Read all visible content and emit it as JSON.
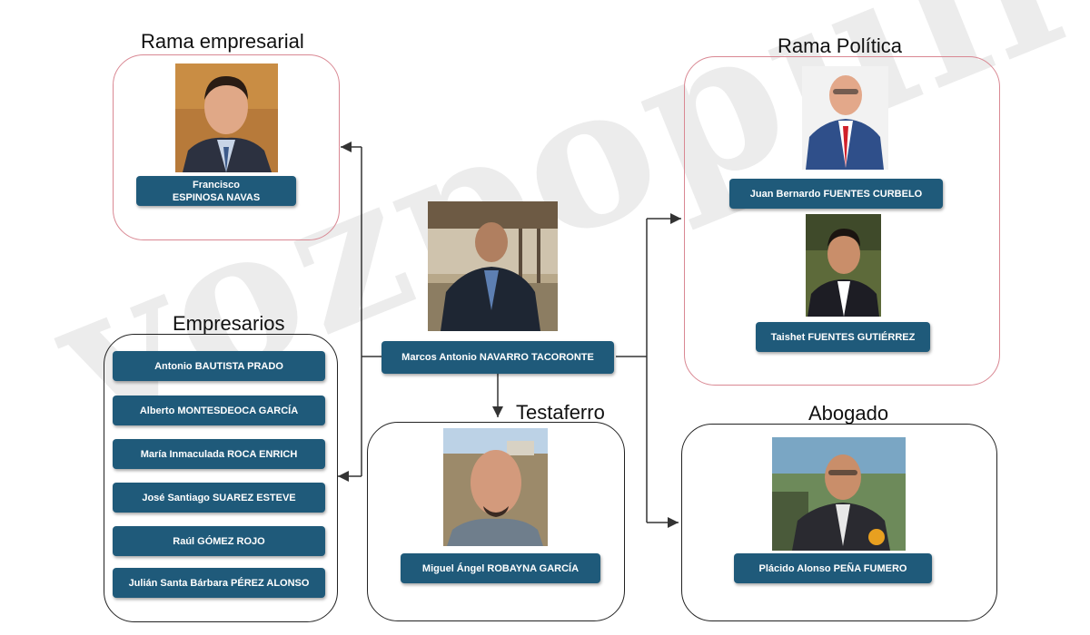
{
  "watermark": "vozpopuli",
  "groups": {
    "rama_empresarial": {
      "title": "Rama empresarial"
    },
    "rama_politica": {
      "title": "Rama Política"
    },
    "empresarios": {
      "title": "Empresarios"
    },
    "testaferro": {
      "title": "Testaferro"
    },
    "abogado": {
      "title": "Abogado"
    }
  },
  "people": {
    "espinosa": {
      "line1": "Francisco",
      "line2": "ESPINOSA NAVAS"
    },
    "navarro": {
      "name": "Marcos Antonio NAVARRO TACORONTE"
    },
    "fuentes_curbelo": {
      "name": "Juan Bernardo FUENTES CURBELO"
    },
    "fuentes_gutierrez": {
      "name": "Taishet FUENTES GUTIÉRREZ"
    },
    "robayna": {
      "name": "Miguel Ángel ROBAYNA GARCÍA"
    },
    "pena": {
      "name": "Plácido Alonso PEÑA FUMERO"
    }
  },
  "empresarios_list": [
    "Antonio BAUTISTA PRADO",
    "Alberto MONTESDEOCA GARCÍA",
    "María Inmaculada ROCA ENRICH",
    "José Santiago SUAREZ ESTEVE",
    "Raúl GÓMEZ ROJO",
    "Julián Santa Bárbara PÉREZ ALONSO"
  ],
  "colors": {
    "label_bg": "#1f5a7a",
    "box_border": "#222222",
    "political_border": "#d98893",
    "connector": "#333333"
  }
}
